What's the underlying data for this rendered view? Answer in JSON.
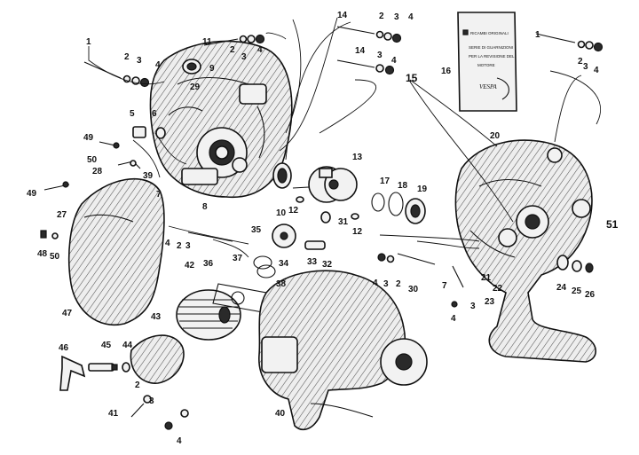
{
  "diagram": {
    "callouts": {
      "c1a": "1",
      "c2a": "2",
      "c3a": "3",
      "c4a": "4",
      "c5": "5",
      "c6": "6",
      "c7a": "7",
      "c8": "8",
      "c9": "9",
      "c10": "10",
      "c11": "11",
      "c2b": "2",
      "c3b": "3",
      "c4b": "4",
      "c12a": "12",
      "c12b": "12",
      "c13": "13",
      "c14a": "14",
      "c2c": "2",
      "c3c": "3",
      "c4c": "4",
      "c14b": "14",
      "c3d": "3",
      "c4d": "4",
      "c15": "15",
      "c16": "16",
      "c17": "17",
      "c18": "18",
      "c19": "19",
      "c20": "20",
      "c1b": "1",
      "c2d": "2",
      "c3e": "3",
      "c4e": "4",
      "c21": "21",
      "c22": "22",
      "c23": "23",
      "c24": "24",
      "c25": "25",
      "c26": "26",
      "c27": "27",
      "c28": "28",
      "c29": "29",
      "c30": "30",
      "c31": "31",
      "c32": "32",
      "c33": "33",
      "c34": "34",
      "c35": "35",
      "c36": "36",
      "c37": "37",
      "c38": "38",
      "c39": "39",
      "c40": "40",
      "c41": "41",
      "c42": "42",
      "c43": "43",
      "c44": "44",
      "c45": "45",
      "c46": "46",
      "c47": "47",
      "c48": "48",
      "c49a": "49",
      "c49b": "49",
      "c50a": "50",
      "c50b": "50",
      "c51": "51",
      "c4f": "4",
      "c2e": "2",
      "c3f": "3",
      "c4g": "4",
      "c3g": "3",
      "c2f": "2",
      "c4h": "4",
      "c3h": "3",
      "c2g": "2",
      "c7b": "7",
      "c4i": "4",
      "c3i": "3"
    },
    "gasket_packet": {
      "header": "RICAMBI ORIGINALI",
      "line1": "SERIE DI GUARNIZIONI",
      "line2": "PER LA REVISIONE DEL",
      "line3": "MOTORE",
      "brand": "VESPA"
    }
  }
}
